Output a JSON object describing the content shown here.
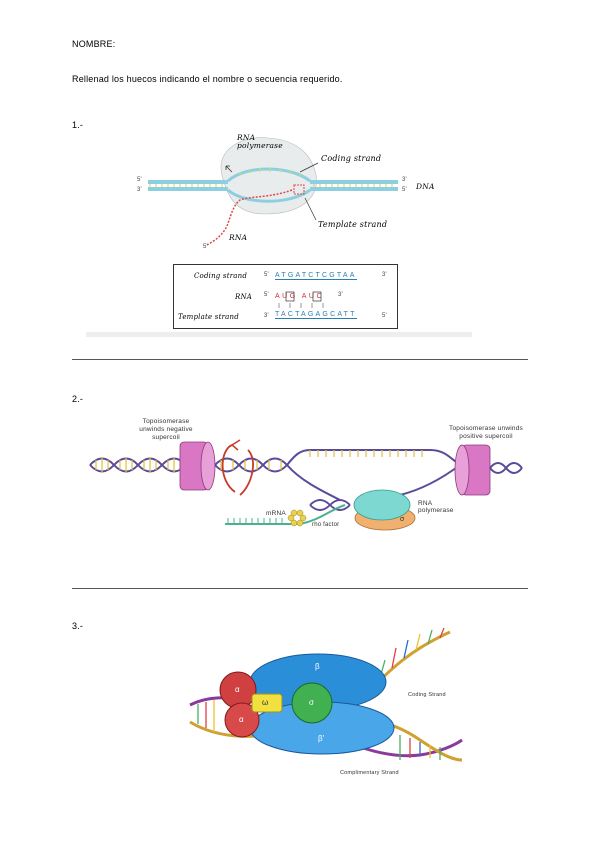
{
  "header": {
    "name_label": "NOMBRE:",
    "instructions": "Rellenad los huecos indicando el nombre o secuencia requerido."
  },
  "q1": {
    "number": "1.-",
    "diagram": {
      "rna_polymerase": "RNA polymerase",
      "coding_strand": "Coding strand",
      "template_strand": "Template strand",
      "dna": "DNA",
      "rna": "RNA",
      "five_prime": "5'",
      "three_prime": "3'"
    },
    "table": {
      "coding_label": "Coding strand",
      "coding_seq": "ATGATCTCGTAA",
      "rna_label": "RNA",
      "rna_seq": "AUG AUC",
      "template_label": "Template strand",
      "template_seq": "TACTAGAGCATT"
    }
  },
  "q2": {
    "number": "2.-",
    "topo_left": "Topoisomerase unwinds negative supercoil",
    "topo_right": "Topoisomerase unwinds positive supercoil",
    "mrna": "mRNA",
    "rho": "rho factor",
    "rnapol": "RNA polymerase",
    "sigma": "σ"
  },
  "q3": {
    "number": "3.-",
    "beta": "β",
    "beta_prime": "β'",
    "alpha": "α",
    "omega": "ω",
    "sigma": "σ",
    "coding": "Coding Strand",
    "compl": "Complimentary Strand"
  },
  "colors": {
    "dna_yellow": "#e8e070",
    "dna_blue": "#7ac6d8",
    "rna_red": "#e04848",
    "polymerase_blue": "#2a8fd8",
    "topo_pink": "#d977c4"
  }
}
